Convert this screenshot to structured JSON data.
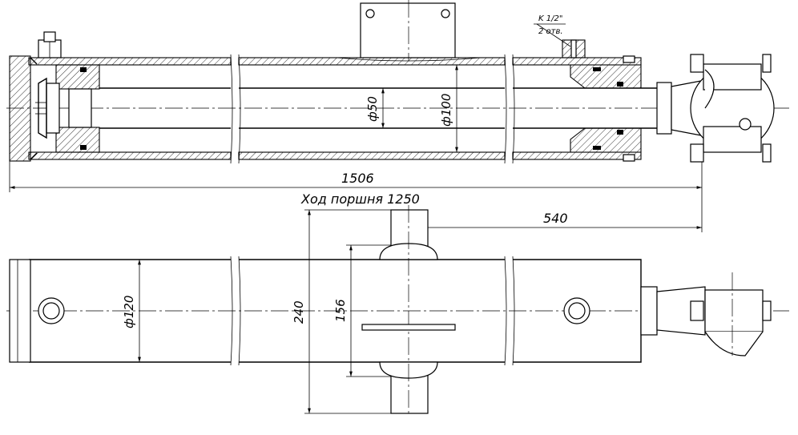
{
  "dimensions": {
    "overall_length": "1506",
    "stroke": "Ход поршня 1250",
    "trunnion_offset": "540",
    "rod_diameter": "ф50",
    "bore_diameter": "ф100",
    "outer_diameter": "ф120",
    "trunnion_span": "240",
    "trunnion_width": "156"
  },
  "port_callout": {
    "thread": "K 1/2\"",
    "count": "2 отв."
  }
}
